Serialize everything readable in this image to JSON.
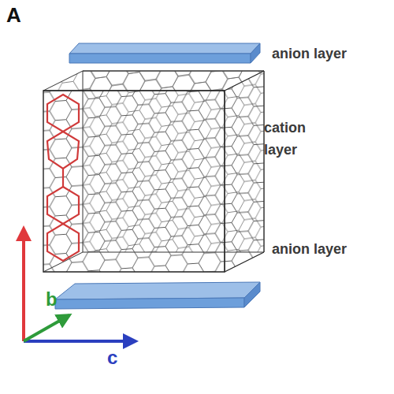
{
  "diagram": {
    "nodes": [
      {
        "text": [
          "anion layer"
        ]
      },
      {
        "text": [
          "cation layer"
        ]
      },
      {
        "text": [
          "anion layer"
        ]
      }
    ],
    "labels": [
      "A",
      "b",
      "c"
    ]
  }
}
